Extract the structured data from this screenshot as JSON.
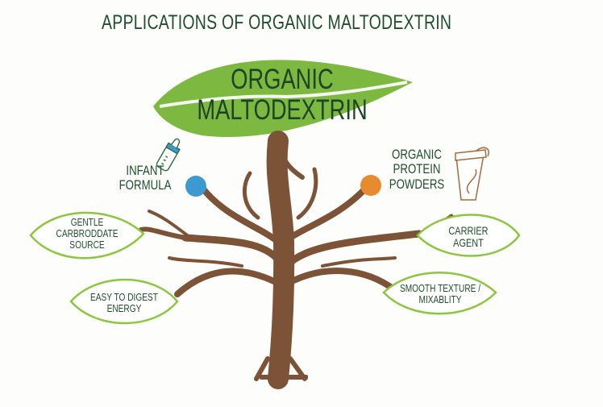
{
  "title": "APPLICATIONS OF ORGANIC MALTODEXTRIN",
  "center": {
    "line1": "ORGANIC",
    "line2": "MALTODEXTRIN"
  },
  "branches": {
    "infant": {
      "line1": "INFANT",
      "line2": "FORMULA",
      "icon": "baby-bottle-icon",
      "dot_color": "#3d9ad1"
    },
    "protein": {
      "line1": "ORGANIC",
      "line2": "PROTEIN",
      "line3": "POWDERS",
      "icon": "shaker-bottle-icon",
      "dot_color": "#e88b2e"
    },
    "leaves": [
      {
        "line1": "GENTLE",
        "line2": "CARBRODDATE",
        "line3": "SOURCE"
      },
      {
        "line1": "CARRIER",
        "line2": "AGENT"
      },
      {
        "line1": "EASY TO DIGEST",
        "line2": "ENERGY"
      },
      {
        "line1": "SMOOTH TEXTURE /",
        "line2": "MIXABLITY"
      }
    ]
  },
  "colors": {
    "leaf_fill": "#7db940",
    "leaf_outline": "#8cc63f",
    "trunk": "#7d5338",
    "text": "#1f4e2b"
  }
}
